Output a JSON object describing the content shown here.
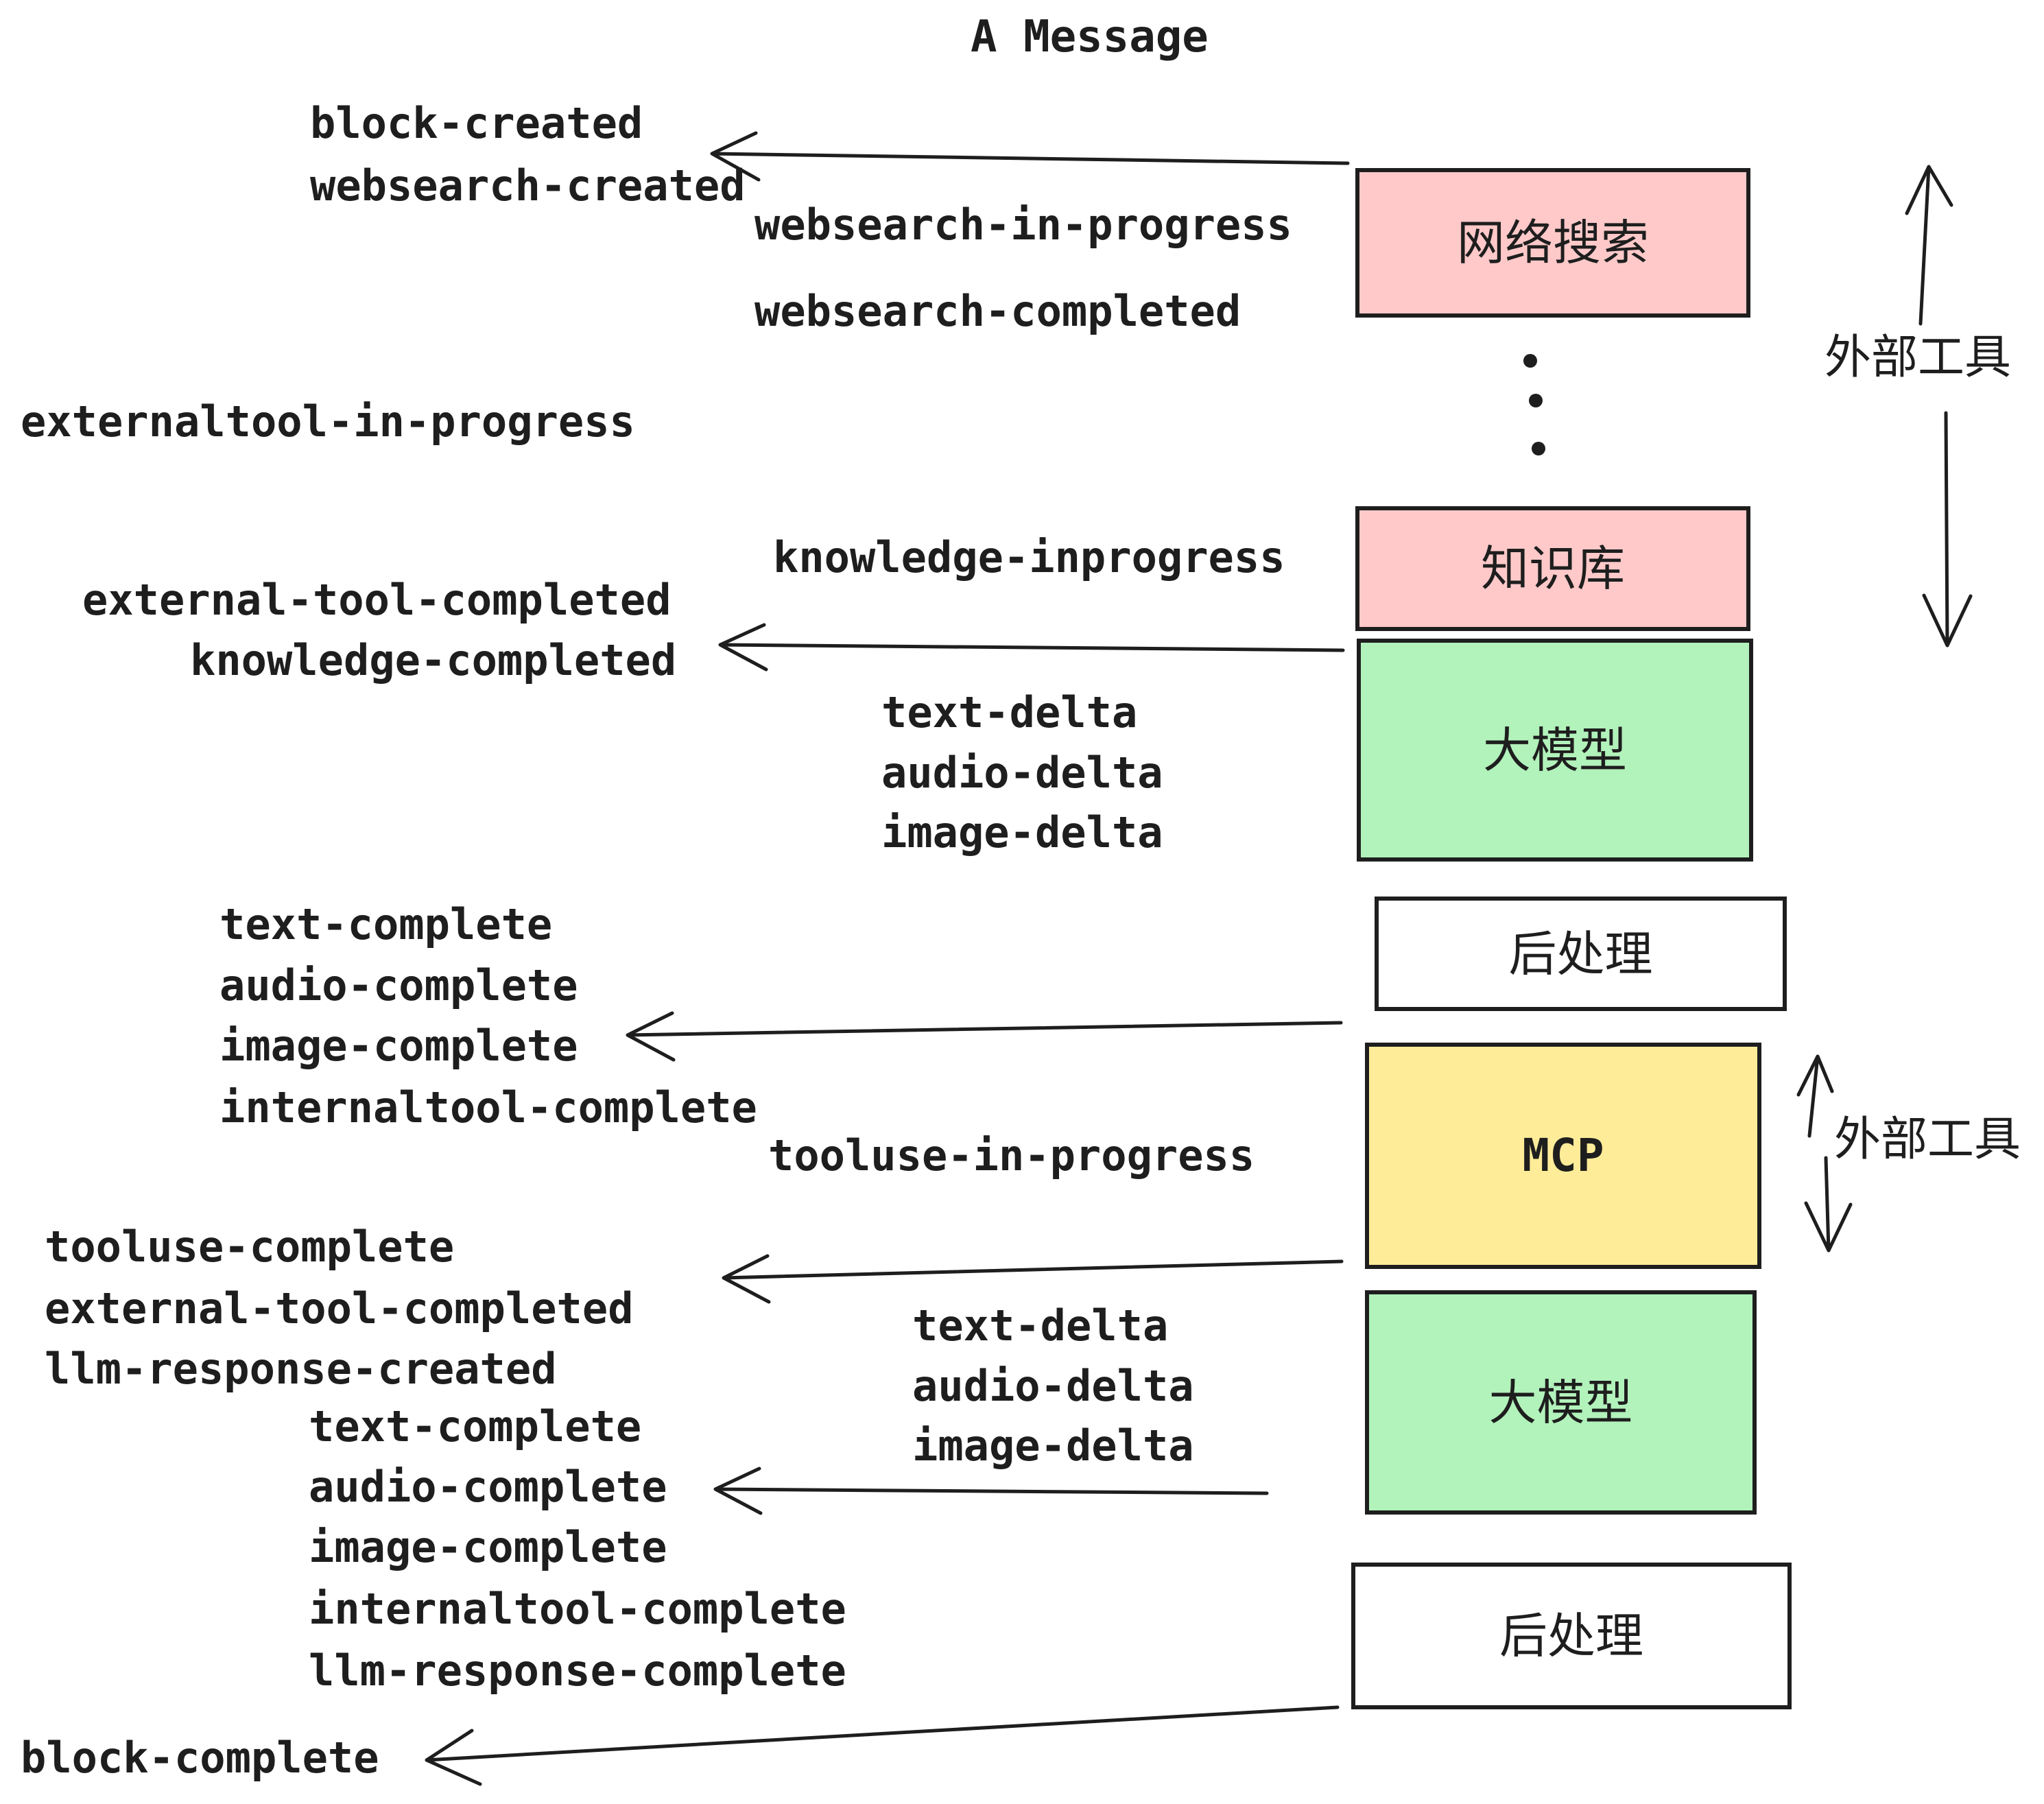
{
  "title": "A Message",
  "colors": {
    "pink": "#ffc9c9",
    "green": "#b2f2bb",
    "yellow": "#ffec99",
    "white": "#ffffff",
    "ink": "#1e1e1e"
  },
  "boxes": [
    {
      "id": "websearch",
      "label": "网络搜索",
      "color": "#ffc9c9"
    },
    {
      "id": "knowledge",
      "label": "知识库",
      "color": "#ffc9c9"
    },
    {
      "id": "llm-1",
      "label": "大模型",
      "color": "#b2f2bb"
    },
    {
      "id": "postprocess-1",
      "label": "后处理",
      "color": "#ffffff"
    },
    {
      "id": "mcp",
      "label": "MCP",
      "color": "#ffec99"
    },
    {
      "id": "llm-2",
      "label": "大模型",
      "color": "#b2f2bb"
    },
    {
      "id": "postprocess-2",
      "label": "后处理",
      "color": "#ffffff"
    }
  ],
  "side_labels": {
    "external_tools_top": "外部工具",
    "external_tools_bottom": "外部工具"
  },
  "events": {
    "block_created": "block-created",
    "websearch_created": "websearch-created",
    "websearch_in_progress": "websearch-in-progress",
    "websearch_completed": "websearch-completed",
    "externaltool_in_progress": "externaltool-in-progress",
    "knowledge_inprogress": "knowledge-inprogress",
    "external_tool_completed_1": "external-tool-completed",
    "knowledge_completed": "knowledge-completed",
    "text_delta_1": "text-delta",
    "audio_delta_1": "audio-delta",
    "image_delta_1": "image-delta",
    "text_complete_1": "text-complete",
    "audio_complete_1": "audio-complete",
    "image_complete_1": "image-complete",
    "internaltool_complete_1": "internaltool-complete",
    "tooluse_in_progress": "tooluse-in-progress",
    "tooluse_complete": "tooluse-complete",
    "external_tool_completed_2": "external-tool-completed",
    "llm_response_created": "llm-response-created",
    "text_complete_2": "text-complete",
    "audio_complete_2": "audio-complete",
    "image_complete_2": "image-complete",
    "internaltool_complete_2": "internaltool-complete",
    "llm_response_complete": "llm-response-complete",
    "block_complete": "block-complete",
    "text_delta_2": "text-delta",
    "audio_delta_2": "audio-delta",
    "image_delta_2": "image-delta"
  }
}
